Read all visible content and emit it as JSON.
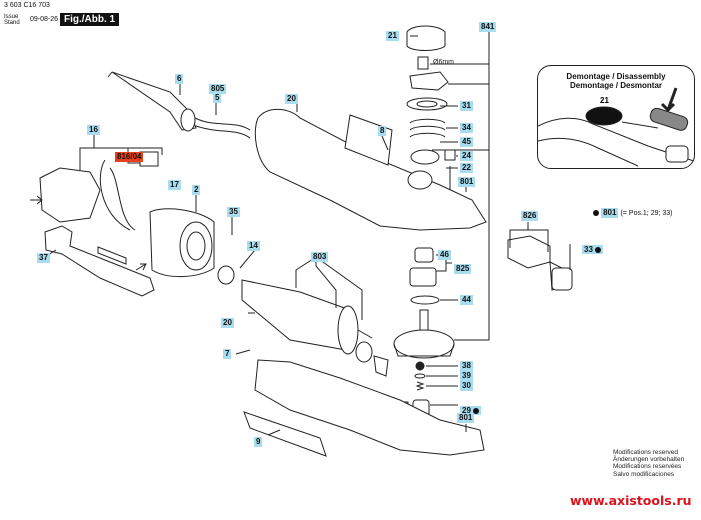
{
  "header": {
    "document_number": "3 603 C16 703",
    "issue_label_1": "Issue",
    "issue_label_2": "Stand",
    "issue_date": "09-08-26",
    "figure_label": "Fig./Abb. 1"
  },
  "inset": {
    "title_line1": "Demontage / Disassembly",
    "title_line2": "Demontage / Desmontar",
    "part_label": "21"
  },
  "callouts": {
    "c6": "6",
    "c805": "805",
    "c5": "5",
    "c16": "16",
    "c816_04": "816/04",
    "c17": "17",
    "c2": "2",
    "c35": "35",
    "c14": "14",
    "c37": "37",
    "c20a": "20",
    "c8": "8",
    "c803": "803",
    "c20b": "20",
    "c7": "7",
    "c9": "9",
    "c21": "21",
    "c841": "841",
    "c31": "31",
    "c34": "34",
    "c45": "45",
    "c24": "24",
    "c22": "22",
    "c801a": "801",
    "c46": "46",
    "c825": "825",
    "c44": "44",
    "c38": "38",
    "c39": "39",
    "c30": "30",
    "c29": "29",
    "c801b": "801",
    "c826": "826",
    "c33": "33"
  },
  "annotations": {
    "shaft_diameter": "Ø6mm",
    "legend_part": "801",
    "legend_text": "(= Pos.1; 29; 33)"
  },
  "footer": {
    "modifications": [
      "Modifications reserved",
      "Änderungen vorbehalten",
      "Modifications reservées",
      "Salvo modificaciones"
    ],
    "website": "www.axistools.ru"
  },
  "colors": {
    "callout_bg": "#a9dcef",
    "highlight_callout_bg": "#e8401a",
    "website_red": "#d9121b"
  }
}
